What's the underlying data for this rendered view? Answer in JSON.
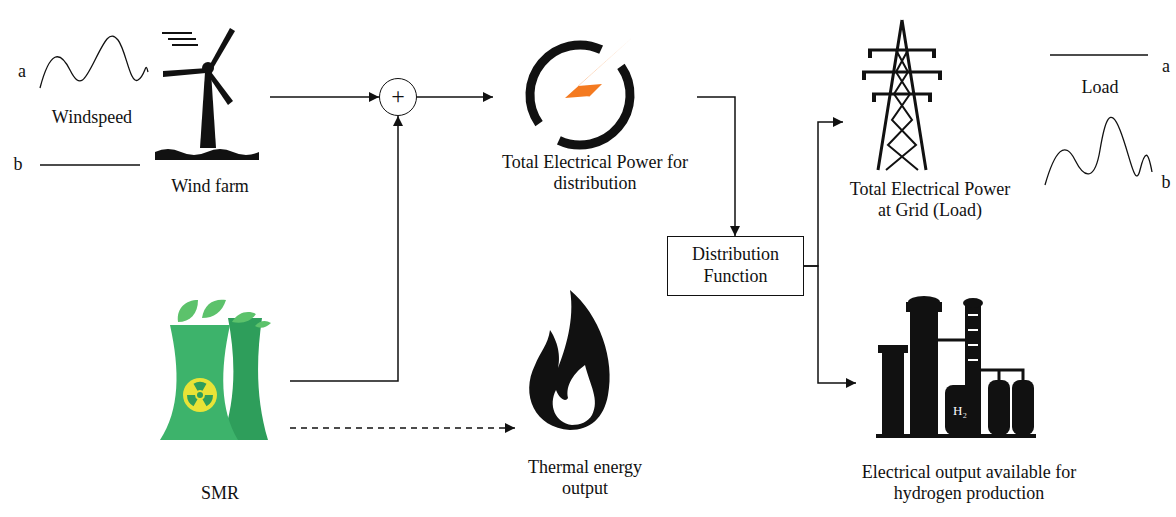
{
  "diagram": {
    "nodes": [
      {
        "text": [
          "Wind farm"
        ]
      },
      {
        "text": [
          "+"
        ]
      },
      {
        "text": [
          "Total Electrical Power for distribution"
        ]
      },
      {
        "text": [
          "Distribution Function"
        ]
      },
      {
        "text": [
          "Total Electrical Power at Grid (Load)"
        ]
      },
      {
        "text": [
          "Electrical output available for hydrogen production"
        ]
      },
      {
        "text": [
          "SMR"
        ]
      },
      {
        "text": [
          "Thermal energy output"
        ]
      }
    ],
    "edges": [
      {
        "from": 0,
        "to": 1,
        "arrow": "to"
      },
      {
        "from": 6,
        "to": 1,
        "arrow": "to"
      },
      {
        "from": 1,
        "to": 2,
        "arrow": "to"
      },
      {
        "from": 2,
        "to": 3,
        "arrow": "to"
      },
      {
        "from": 3,
        "to": 4,
        "arrow": "to"
      },
      {
        "from": 3,
        "to": 5,
        "arrow": "to"
      },
      {
        "from": 6,
        "to": 7,
        "arrow": "to"
      }
    ],
    "labels": [
      "a",
      "Windspeed",
      "b",
      "Load",
      "a",
      "b",
      "H₂"
    ]
  }
}
